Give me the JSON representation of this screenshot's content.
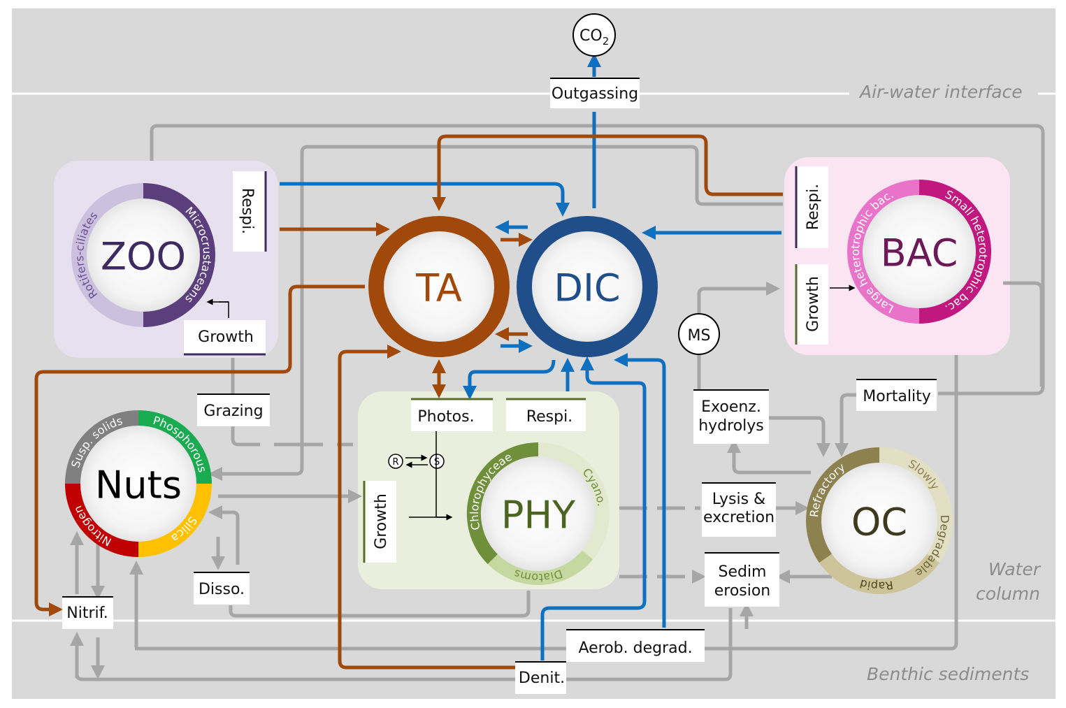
{
  "zones": {
    "air_water": "Air-water interface",
    "water_column_1": "Water",
    "water_column_2": "column",
    "benthic": "Benthic  sediments"
  },
  "co2": {
    "base": "CO",
    "sub": "2"
  },
  "nodes": {
    "zoo": {
      "label": "ZOO",
      "segments": [
        "Microcrustaceans",
        "Rotifers-ciliates"
      ]
    },
    "bac": {
      "label": "BAC",
      "segments": [
        "Small heterotrophic bac.",
        "Large heterotrophic bac."
      ]
    },
    "ta": {
      "label": "TA"
    },
    "dic": {
      "label": "DIC"
    },
    "phy": {
      "label": "PHY",
      "segments": [
        "Chlorophyceae",
        "Cyano.",
        "Diatoms"
      ]
    },
    "nuts": {
      "label": "Nuts",
      "segments": [
        "Susp. solids",
        "Phosphorous",
        "Silica",
        "Nitrogen"
      ]
    },
    "oc": {
      "label": "OC",
      "segments": [
        "Refractory",
        "Slowly",
        "Degradable",
        "Rapid"
      ]
    },
    "ms": {
      "label": "MS"
    },
    "r": {
      "label": "R"
    },
    "s": {
      "label": "S"
    }
  },
  "processes": {
    "outgassing": "Outgassing",
    "zoo_respi": "Respi.",
    "zoo_growth": "Growth",
    "bac_respi": "Respi.",
    "bac_growth": "Growth",
    "photos": "Photos.",
    "phy_respi": "Respi.",
    "phy_growth": "Growth",
    "grazing": "Grazing",
    "disso": "Disso.",
    "nitrif": "Nitrif.",
    "exoenz_1": "Exoenz.",
    "exoenz_2": "hydrolys",
    "mortality": "Mortality",
    "lysis_1": "Lysis &",
    "lysis_2": "excretion",
    "sedim_1": "Sedim",
    "sedim_2": "erosion",
    "aerob": "Aerob. degrad.",
    "denit": "Denit."
  },
  "colors": {
    "carbon_flux": "#1070c0",
    "alkalinity_flux": "#a0490a",
    "other_flux": "#a6a6a6",
    "ta": "#a0490a",
    "dic": "#1f4e8a"
  }
}
